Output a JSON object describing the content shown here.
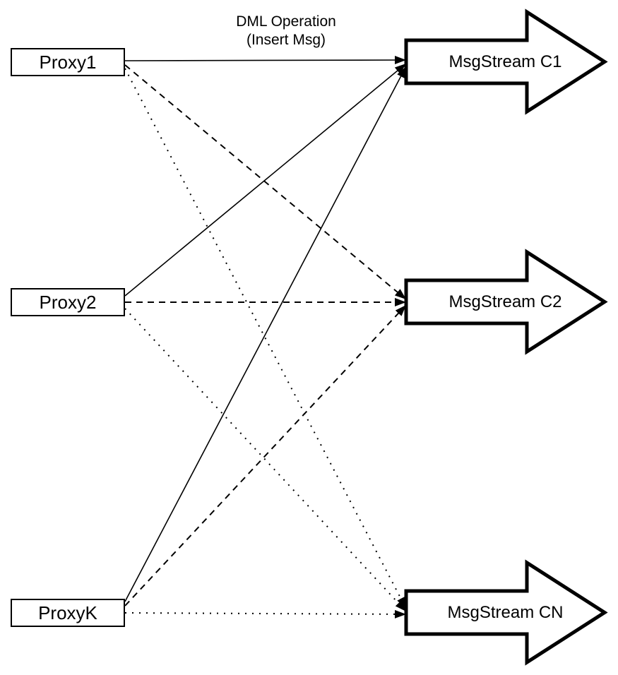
{
  "diagram": {
    "title_line1": "DML Operation",
    "title_line2": "(Insert Msg)",
    "proxies": [
      {
        "label": "Proxy1"
      },
      {
        "label": "Proxy2"
      },
      {
        "label": "ProxyK"
      }
    ],
    "streams": [
      {
        "label": "MsgStream C1",
        "edge_style": "solid"
      },
      {
        "label": "MsgStream C2",
        "edge_style": "dashed"
      },
      {
        "label": "MsgStream CN",
        "edge_style": "dotted"
      }
    ],
    "colors": {
      "line": "#000000",
      "shape_fill": "#ffffff",
      "background": "#ffffff"
    }
  }
}
